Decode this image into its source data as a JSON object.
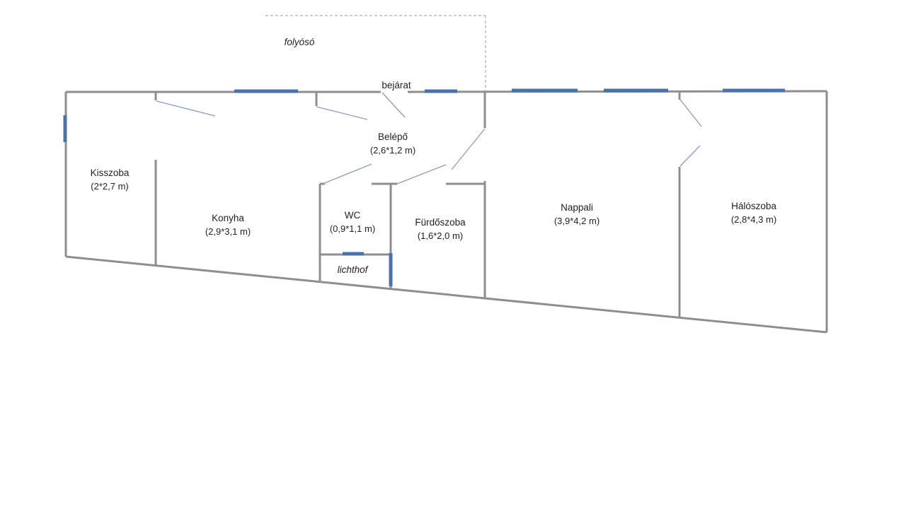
{
  "rooms": [
    {
      "name": "Kisszoba",
      "size": "(2*2,7 m)"
    },
    {
      "name": "Konyha",
      "size": "(2,9*3,1 m)"
    },
    {
      "name": "Belépő",
      "size": "(2,6*1,2 m)"
    },
    {
      "name": "WC",
      "size": "(0,9*1,1 m)"
    },
    {
      "name": "Fürdőszoba",
      "size": "(1,6*2,0 m)"
    },
    {
      "name": "Nappali",
      "size": "(3,9*4,2 m)"
    },
    {
      "name": "Hálószoba",
      "size": "(2,8*4,3 m)"
    }
  ],
  "annotations": {
    "corridor": "folyósó",
    "entrance": "bejárat",
    "lightwell": "lichthof"
  },
  "colors": {
    "background": "#ffffff",
    "wall": "#8e8e8e",
    "window": "#4a72ad",
    "door": "#8a9cc0",
    "dashed": "#9b9b9b",
    "text": "#1f1f1f"
  }
}
